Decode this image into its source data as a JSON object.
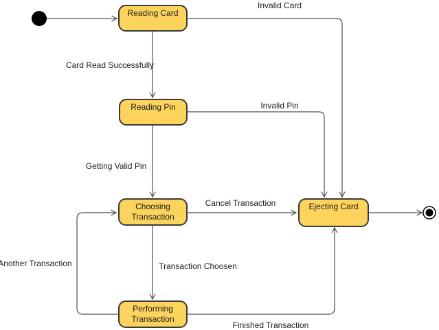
{
  "colors": {
    "background": "#ffffff",
    "state_fill": "#fcd35c",
    "state_border": "#3a3a3a",
    "connector": "#4d4d4d",
    "label_text": "#1c1c1c",
    "terminal_node": "#000000"
  },
  "states": {
    "reading_card": {
      "label": "Reading Card"
    },
    "reading_pin": {
      "label": "Reading Pin"
    },
    "choosing_transaction": {
      "label": "Choosing Transaction"
    },
    "ejecting_card": {
      "label": "Ejecting Card"
    },
    "performing_transaction": {
      "label": "Performing Transaction"
    }
  },
  "transitions": {
    "invalid_card": {
      "label": "Invalid Card"
    },
    "card_read_successfully": {
      "label": "Card Read Successfully"
    },
    "invalid_pin": {
      "label": "Invalid Pin"
    },
    "getting_valid_pin": {
      "label": "Getting Valid Pin"
    },
    "cancel_transaction": {
      "label": "Cancel Transaction"
    },
    "transaction_choosen": {
      "label": "Transaction Choosen"
    },
    "another_transaction": {
      "label": "Another Transaction"
    },
    "finished_transaction": {
      "label": "Finished Transaction"
    }
  },
  "nodes": {
    "initial_state": {
      "icon": "filled-circle"
    },
    "final_state": {
      "icon": "bullseye-circle"
    }
  }
}
